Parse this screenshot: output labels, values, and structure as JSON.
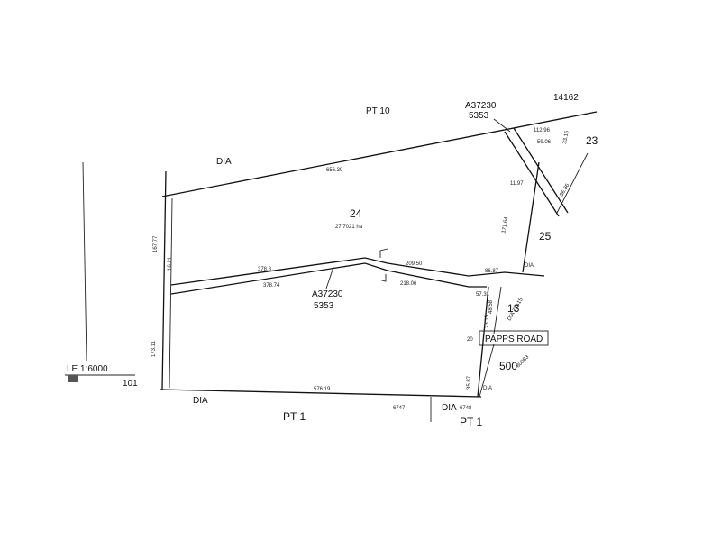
{
  "labels": {
    "pt10": "PT 10",
    "num14162": "14162",
    "a37230_top": "A37230",
    "n5353_top": "5353",
    "lot23": "23",
    "dia_topleft": "DIA",
    "dim_top": "656.39",
    "lot24": "24",
    "area24": "27.7021 ha",
    "lot25": "25",
    "dia_right": "DIA",
    "dim_mid_left": "378.8",
    "dim_mid_left_lower": "378.74",
    "dim_mid_right": "209.50",
    "dim_mid_right_lower": "218.06",
    "dim_end": "86.87",
    "a37230_mid": "A37230",
    "n5353_mid": "5353",
    "lot13": "13",
    "dia_78515": "DIA 78515",
    "papps_road": "PAPPS ROAD",
    "lot500": "500",
    "n80083": "80083",
    "dia_bottom_right": "DIA",
    "scale": "LE 1:6000",
    "scale_note": "101",
    "dia_bottom": "DIA",
    "pt1_left": "PT 1",
    "n6747": "6747",
    "dia_6748": "DIA",
    "n6748": "6748",
    "pt1_right": "PT 1",
    "dim_bottom": "576.19",
    "dim_left_upper": "167.77",
    "dim_left_lower": "173.11",
    "dim_right_upper": "171.64",
    "dim_right_a": "57.31",
    "dim_right_b": "48.58",
    "dim_right_c": "23.15",
    "dim_road": "20",
    "dim_right_d": "35.87",
    "dim_strip_a": "112.96",
    "dim_strip_b": "59.06",
    "dim_strip_c": "86.86",
    "dim_strip_d": "33.15",
    "dim_strip_e": "11.97",
    "dim_left_mid": "16.21"
  }
}
